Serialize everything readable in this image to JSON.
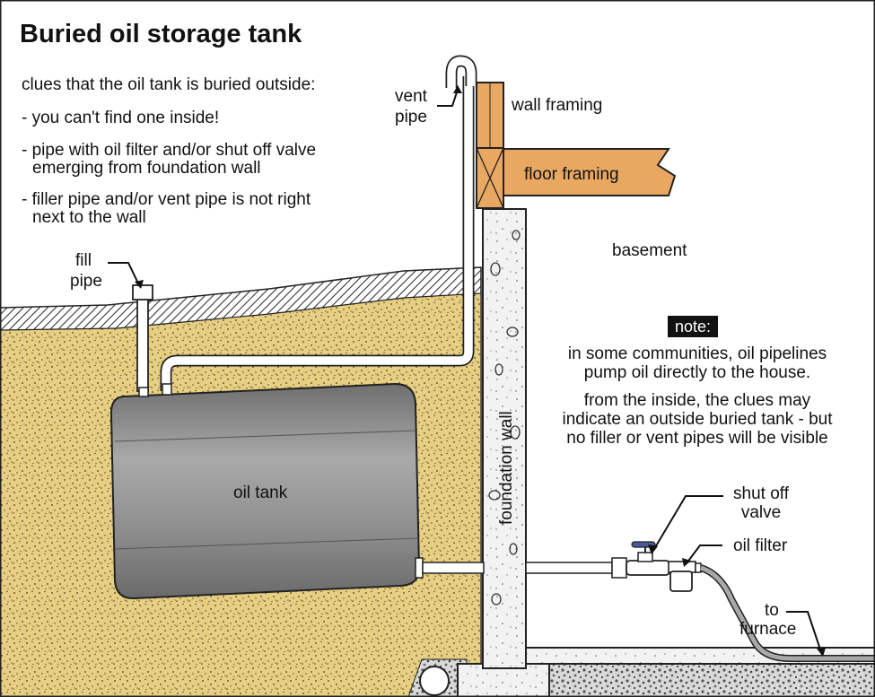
{
  "title": "Buried oil storage tank",
  "clues": {
    "heading": "clues that the oil tank is buried outside:",
    "item1": "- you can't find one inside!",
    "item2_line1": "- pipe with oil filter and/or shut off valve",
    "item2_line2": "emerging from foundation wall",
    "item3_line1": "- filler pipe and/or vent pipe is not right",
    "item3_line2": "next to the wall"
  },
  "labels": {
    "vent_line1": "vent",
    "vent_line2": "pipe",
    "wall_framing": "wall framing",
    "floor_framing": "floor framing",
    "basement": "basement",
    "fill_line1": "fill",
    "fill_line2": "pipe",
    "oil_tank": "oil tank",
    "foundation_wall": "foundation wall",
    "shut_off_line1": "shut off",
    "shut_off_line2": "valve",
    "oil_filter": "oil filter",
    "to_furnace_line1": "to",
    "to_furnace_line2": "furnace"
  },
  "note": {
    "badge": "note:",
    "p1_line1": "in some communities, oil pipelines",
    "p1_line2": "pump oil directly to the house.",
    "p2_line1": "from the inside, the clues may",
    "p2_line2": "indicate an outside buried tank - but",
    "p2_line3": "no filler or vent pipes will be visible"
  },
  "colors": {
    "soil": "#e6cf82",
    "wood": "#e8a862",
    "tank": "#8c8c8c",
    "concrete": "#f2f2f2",
    "furnace_line": "#a8a8a8",
    "note_badge": "#111111"
  }
}
